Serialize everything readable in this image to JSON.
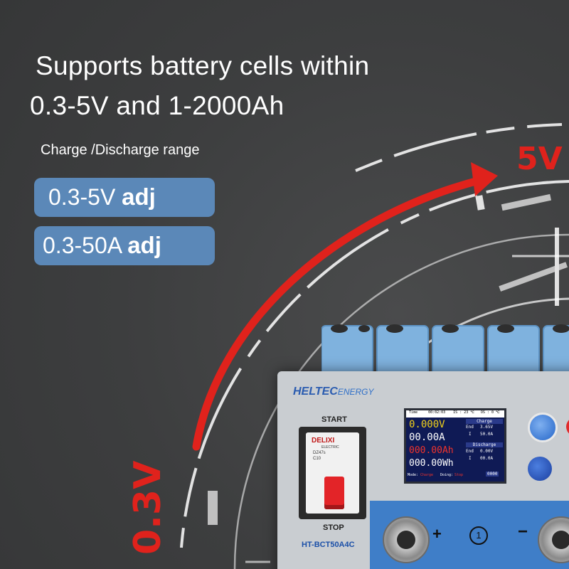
{
  "headline": {
    "line1": "Supports battery cells within",
    "line2": "0.3-5V and 1-2000Ah"
  },
  "range_label": "Charge /Discharge range",
  "pills": [
    {
      "value": "0.3-5V",
      "suffix": "adj"
    },
    {
      "value": "0.3-50A",
      "suffix": "adj"
    }
  ],
  "dial": {
    "min_label": "0.3V",
    "max_label": "5V"
  },
  "device": {
    "brand": "HELTEC",
    "brand_suffix": "ENERGY",
    "model": "HT-BCT50A4C",
    "start_label": "START",
    "stop_label": "STOP",
    "breaker": {
      "brand": "DELIXI",
      "sub": "ELECTRIC",
      "model": "DZ47s",
      "rating": "C10"
    },
    "plus_label": "+",
    "minus_label": "−",
    "channel_number": "1",
    "lcd": {
      "time_label": "Time",
      "time_value": "00:02:03",
      "temp": "IS : 23 ℃",
      "os": "OS : 0 ℃",
      "voltage": "0.000V",
      "current": "00.00A",
      "capacity": "000.00Ah",
      "energy": "000.00Wh",
      "charge_title": "Charge",
      "charge_end_label": "End",
      "charge_end_value": "3.65V",
      "charge_i_label": "I",
      "charge_i_value": "50.0A",
      "discharge_title": "Discharge",
      "discharge_end_label": "End",
      "discharge_end_value": "0.00V",
      "discharge_i_label": "I",
      "discharge_i_value": "00.0A",
      "mode_label": "Mode:",
      "mode_value": "Charge",
      "doing_label": "Doing:",
      "doing_value": "Stop",
      "counter": "0000"
    }
  },
  "colors": {
    "background": "#3e3f40",
    "pill": "#5b88b8",
    "arrow": "#e0221c",
    "device_panel": "#c9cdd1",
    "battery": "#7fb2de",
    "lcd": "#0f1a55"
  }
}
